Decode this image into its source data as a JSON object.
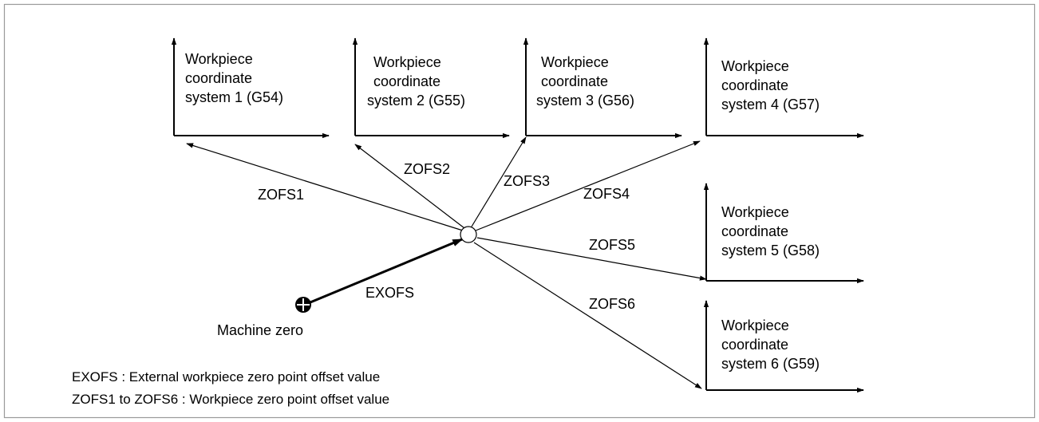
{
  "colors": {
    "border": "#9a9a9a",
    "ink": "#000000",
    "background": "#ffffff"
  },
  "coordinate_systems": [
    {
      "lines": [
        "Workpiece",
        "coordinate",
        "system 1  (G54)"
      ]
    },
    {
      "lines": [
        "Workpiece",
        "coordinate",
        "system 2  (G55)"
      ]
    },
    {
      "lines": [
        "Workpiece",
        "coordinate",
        "system 3  (G56)"
      ]
    },
    {
      "lines": [
        "Workpiece",
        "coordinate",
        "system 4  (G57)"
      ]
    },
    {
      "lines": [
        "Workpiece",
        "coordinate",
        "system 5  (G58)"
      ]
    },
    {
      "lines": [
        "Workpiece",
        "coordinate",
        "system 6  (G59)"
      ]
    }
  ],
  "offsets": [
    "ZOFS1",
    "ZOFS2",
    "ZOFS3",
    "ZOFS4",
    "ZOFS5",
    "ZOFS6"
  ],
  "external_offset": "EXOFS",
  "machine_zero": {
    "label": "Machine zero",
    "icon": "machine-zero-icon"
  },
  "legend": [
    "EXOFS : External workpiece zero point offset value",
    "ZOFS1 to ZOFS6 : Workpiece zero point offset value"
  ]
}
